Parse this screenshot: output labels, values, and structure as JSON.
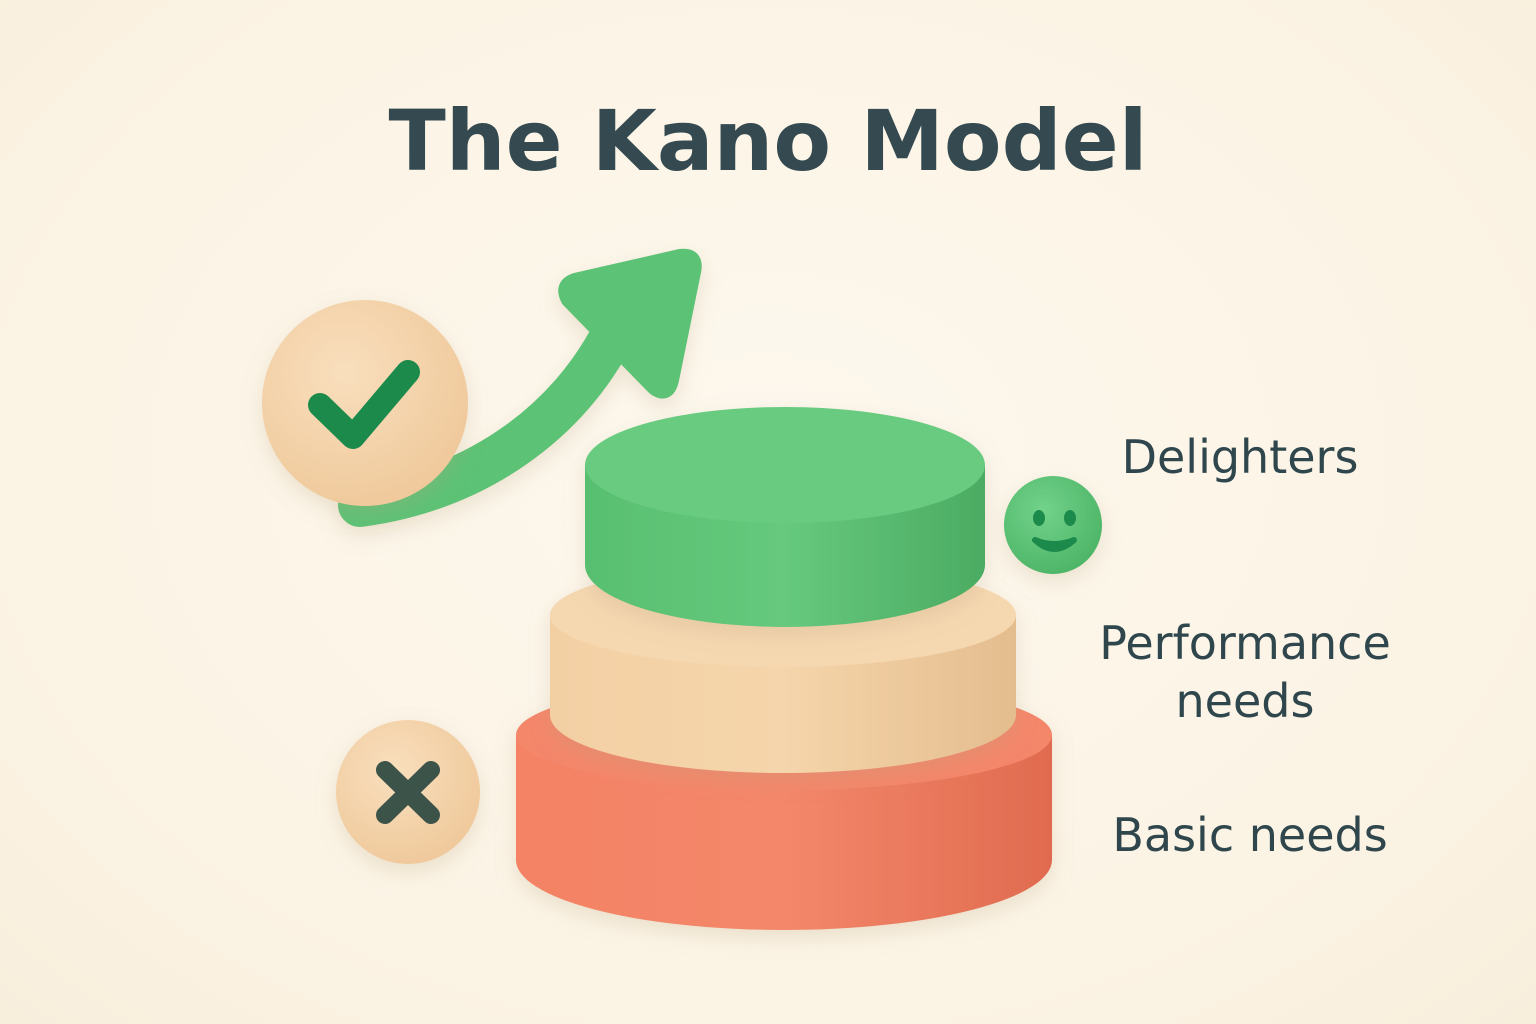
{
  "title": "The Kano Model",
  "tiers": [
    {
      "name": "Delighters",
      "color": "#5fc578",
      "level": "top"
    },
    {
      "name": "Performance needs",
      "line1": "Performance",
      "line2": "needs",
      "color": "#f2cfa3",
      "level": "middle"
    },
    {
      "name": "Basic needs",
      "color": "#f27f63",
      "level": "bottom"
    }
  ],
  "icons": {
    "check": "check-badge",
    "arrow": "upward-curved-arrow",
    "smiley": "smiley-face",
    "cross": "x-badge"
  },
  "colors": {
    "background": "#fbf3e4",
    "text": "#344a50",
    "green": "#5fc578",
    "green_dark": "#1f8a4c",
    "beige": "#f2cfa3",
    "coral": "#f27f63"
  }
}
